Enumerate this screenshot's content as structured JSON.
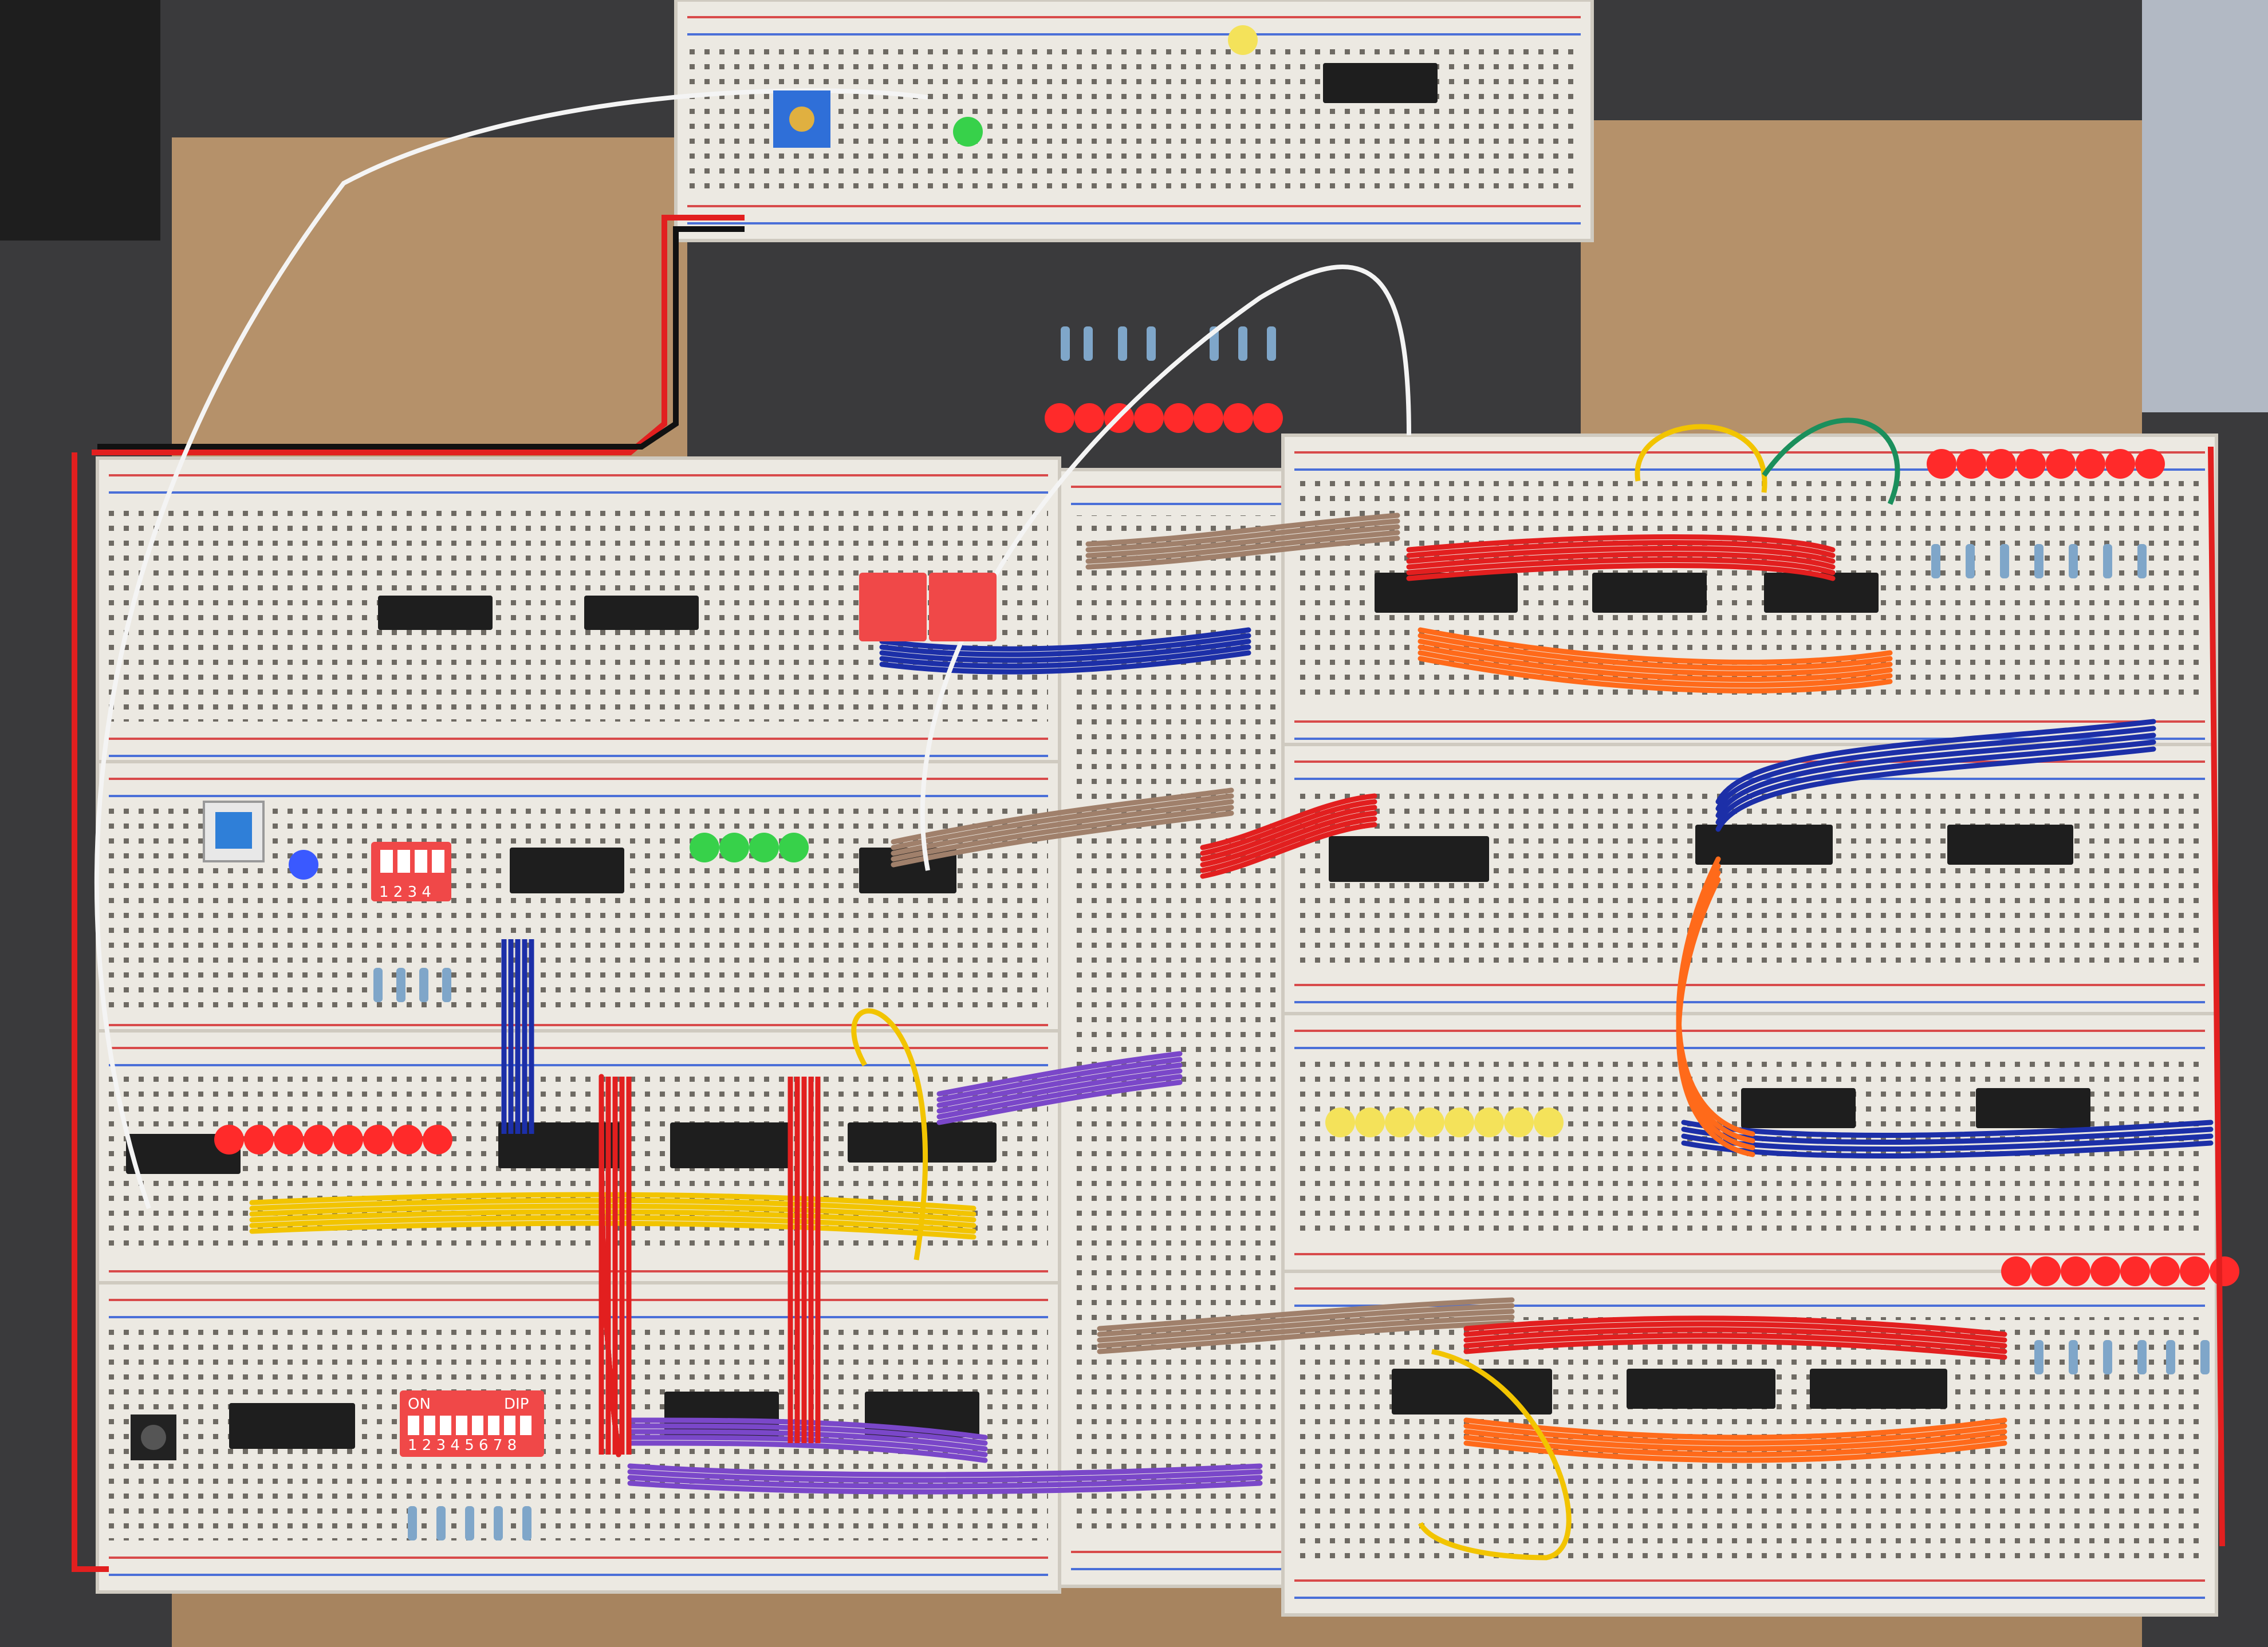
{
  "scene": {
    "description_tags": [
      "breadboard-computer",
      "photo"
    ],
    "colors": {
      "desk": "#3a3a3c",
      "cardboard": "#b5916a",
      "breadboard": "#ece9e2",
      "rail_red": "#d84a4a",
      "rail_blue": "#4a6fd8",
      "chip": "#1e1e1e",
      "wire_red": "#e21f1f",
      "wire_orange": "#ff6a1a",
      "wire_yellow": "#f2c400",
      "wire_blue": "#1c2fa8",
      "wire_purple": "#7a47c9",
      "wire_brown": "#a0806b",
      "wire_green": "#1b8f5c",
      "wire_white": "#f4f4f4",
      "led_red": "#ff2a2a",
      "led_yellow": "#f4e25a",
      "led_green": "#37d14a",
      "led_blue": "#3a59ff",
      "dip_switch": "#f04848",
      "resistor": "#7fa6c9"
    }
  },
  "labels": {
    "dip_small": "1 2 3 4",
    "dip_on": "ON",
    "dip_large_header": "DIP",
    "dip_large_numbers": "1 2 3 4 5 6 7 8"
  }
}
